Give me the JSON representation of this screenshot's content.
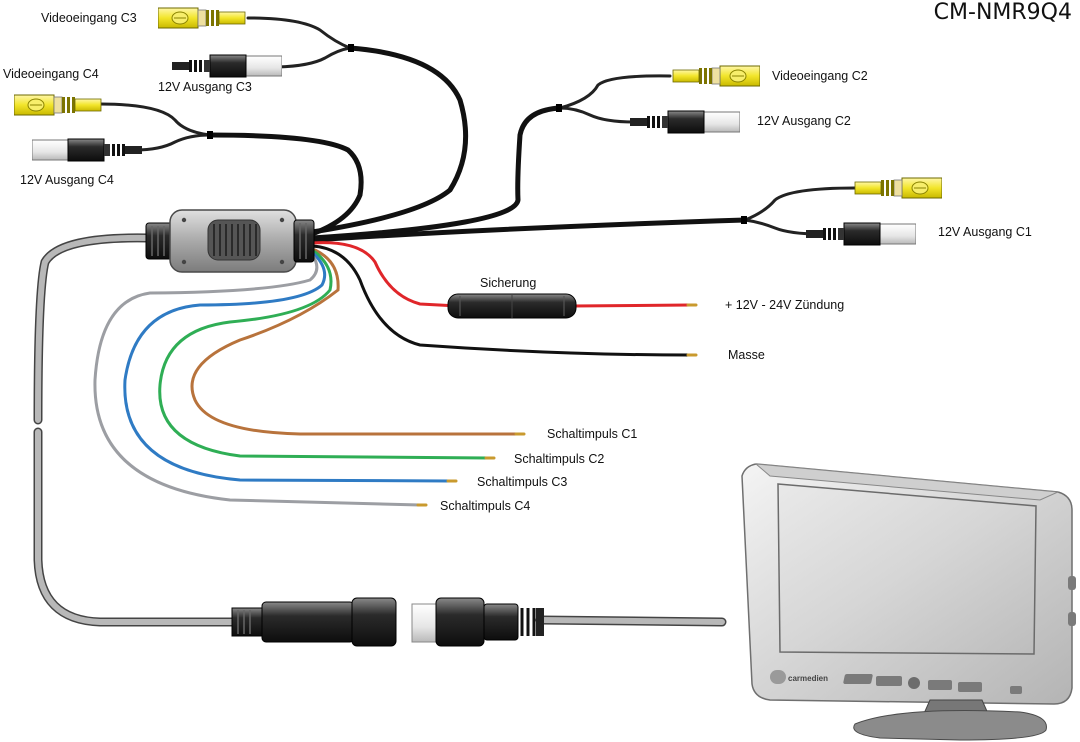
{
  "model": "CM-NMR9Q4",
  "labels": {
    "video_c3": "Videoeingang C3",
    "power_c3": "12V Ausgang C3",
    "video_c4": "Videoeingang C4",
    "power_c4": "12V Ausgang C4",
    "video_c2": "Videoeingang C2",
    "power_c2": "12V Ausgang C2",
    "power_c1": "12V Ausgang C1",
    "fuse": "Sicherung",
    "ignition": "+ 12V - 24V Zündung",
    "ground": "Masse",
    "trigger_c1": "Schaltimpuls C1",
    "trigger_c2": "Schaltimpuls C2",
    "trigger_c3": "Schaltimpuls C3",
    "trigger_c4": "Schaltimpuls C4"
  },
  "monitor": {
    "brand": "carmedien"
  },
  "colors": {
    "rca_yellow": "#f2e52a",
    "wire_red": "#e0262a",
    "wire_black": "#1a1a1a",
    "wire_brown": "#b8733c",
    "wire_green": "#2fae55",
    "wire_blue": "#2f7bc4",
    "wire_gray": "#9c9ea3"
  }
}
